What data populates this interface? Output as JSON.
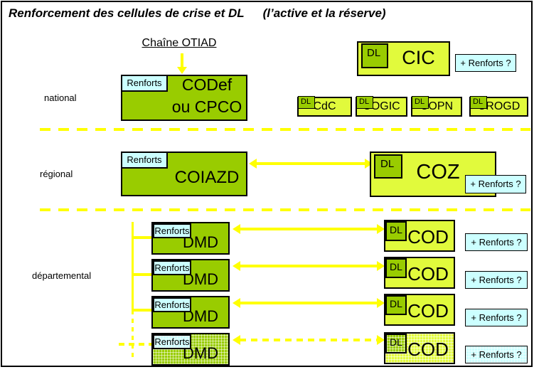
{
  "title": {
    "main": "Renforcement des cellules de crise et DL",
    "paren": "(l’active et la réserve)"
  },
  "chain_label": "Chaîne OTIAD",
  "row_labels": {
    "national": "national",
    "regional": "régional",
    "departemental": "départemental"
  },
  "national": {
    "codef": {
      "tab": "Renforts",
      "line1": "CODef",
      "line2": "ou CPCO"
    },
    "cic": {
      "tab": "DL",
      "label": "CIC",
      "renforts": "+ Renforts ?"
    },
    "centers": [
      {
        "tab": "DL",
        "label": "CdC"
      },
      {
        "tab": "DL",
        "label": "COGIC"
      },
      {
        "tab": "DL",
        "label": "COPN"
      },
      {
        "tab": "DL",
        "label": "CROGD"
      }
    ]
  },
  "regional": {
    "coiazd": {
      "tab": "Renforts",
      "label": "COIAZD"
    },
    "coz": {
      "tab": "DL",
      "label": "COZ",
      "renforts": "+ Renforts ?"
    }
  },
  "departemental": {
    "rows": [
      {
        "tab": "Renforts",
        "dmd": "DMD",
        "dl": "DL",
        "cod": "COD",
        "renforts": "+ Renforts ?",
        "reserve": false
      },
      {
        "tab": "Renforts",
        "dmd": "DMD",
        "dl": "DL",
        "cod": "COD",
        "renforts": "+ Renforts ?",
        "reserve": false
      },
      {
        "tab": "Renforts",
        "dmd": "DMD",
        "dl": "DL",
        "cod": "COD",
        "renforts": "+ Renforts ?",
        "reserve": false
      },
      {
        "tab": "Renforts",
        "dmd": "DMD",
        "dl": "DL",
        "cod": "COD",
        "renforts": "+ Renforts ?",
        "reserve": true
      }
    ]
  },
  "colors": {
    "olive": "#99cc00",
    "yellow_green": "#e1fa3c",
    "cyan": "#ccffff",
    "arrow_yellow": "#ffff00"
  }
}
